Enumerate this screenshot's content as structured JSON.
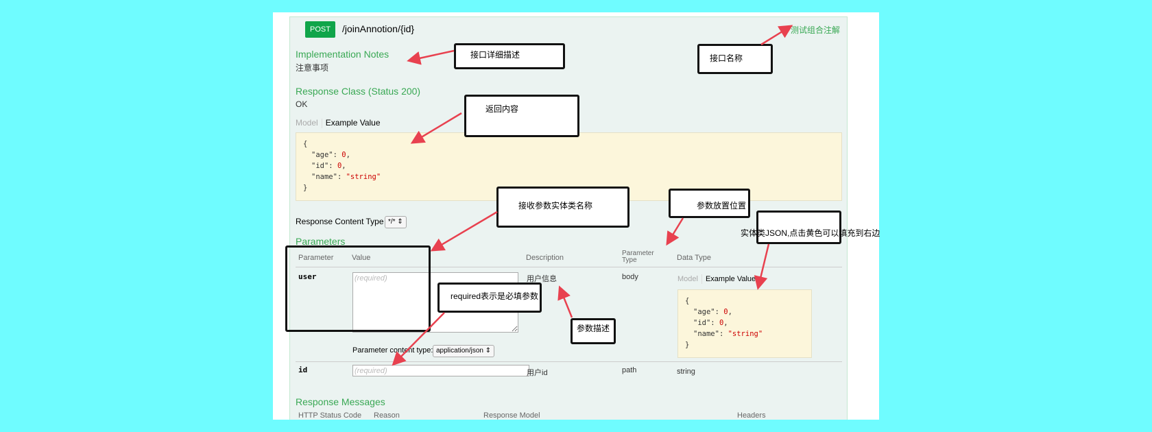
{
  "operation": {
    "method": "POST",
    "path": "/joinAnnotion/{id}",
    "summary": "测试组合注解"
  },
  "implementation_notes": {
    "heading": "Implementation Notes",
    "text": "注意事项"
  },
  "response_class": {
    "heading": "Response Class (Status 200)",
    "text": "OK",
    "tab_model": "Model",
    "tab_example": "Example Value",
    "json": {
      "open": "{",
      "age_key": "\"age\"",
      "age_val": "0",
      "id_key": "\"id\"",
      "id_val": "0",
      "name_key": "\"name\"",
      "name_val": "\"string\"",
      "close": "}"
    }
  },
  "response_content_type": {
    "label": "Response Content Type",
    "value": "*/*"
  },
  "parameters": {
    "heading": "Parameters",
    "columns": {
      "parameter": "Parameter",
      "value": "Value",
      "description": "Description",
      "param_type_1": "Parameter",
      "param_type_2": "Type",
      "data_type": "Data Type"
    },
    "rows": [
      {
        "name": "user",
        "placeholder": "(required)",
        "description": "用户信息",
        "param_type": "body",
        "tab_model": "Model",
        "tab_example": "Example Value",
        "content_type_label": "Parameter content type:",
        "content_type_value": "application/json"
      },
      {
        "name": "id",
        "placeholder": "(required)",
        "description": "用户id",
        "param_type": "path",
        "data_type": "string"
      }
    ]
  },
  "response_messages": {
    "heading": "Response Messages",
    "columns": {
      "status": "HTTP Status Code",
      "reason": "Reason",
      "model": "Response Model",
      "headers": "Headers"
    }
  },
  "annotations": {
    "detail_desc": "接口详细描述",
    "api_name": "接口名称",
    "return_content": "返回内容",
    "entity_class": "接收参数实体类名称",
    "param_location": "参数放置位置",
    "entity_json": "实体类JSON,点击黄色可以填充到右边",
    "required_note": "required表示是必填参数",
    "param_desc": "参数描述"
  },
  "colors": {
    "background": "#6ffcff",
    "accent": "#39a854",
    "post": "#10a54a",
    "arrow": "#e8414f",
    "code_bg": "#fcf6db"
  }
}
